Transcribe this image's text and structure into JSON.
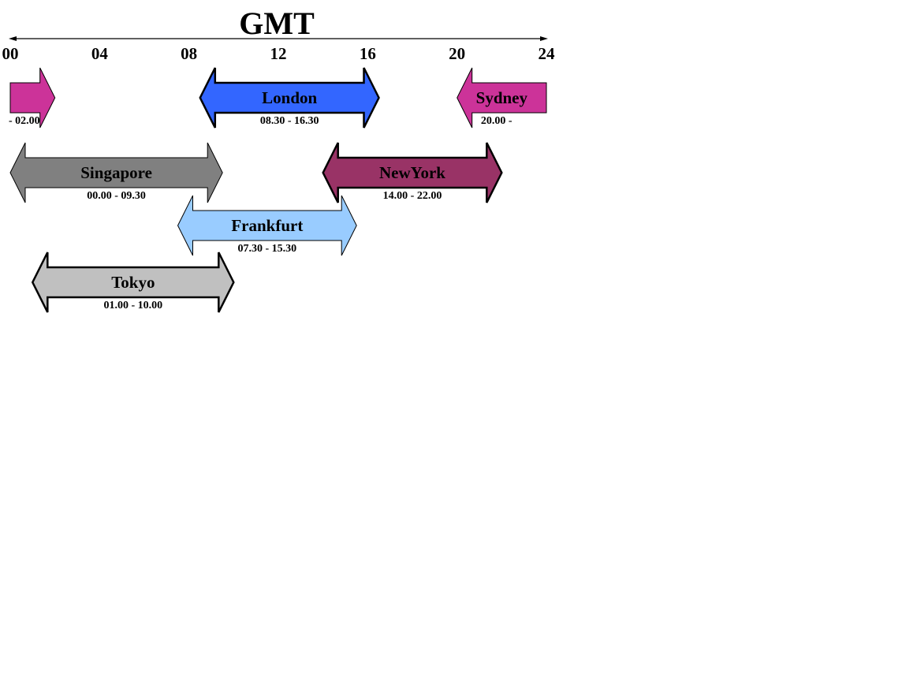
{
  "title": "GMT",
  "axis": {
    "min_hour": 0,
    "max_hour": 24,
    "tick_labels": [
      "00",
      "04",
      "08",
      "12",
      "16",
      "20",
      "24"
    ],
    "tick_hours": [
      0,
      4,
      8,
      12,
      16,
      20,
      24
    ]
  },
  "sessions": [
    {
      "id": "sydney-wrap",
      "name": "",
      "hours": "- 02.00",
      "start": 0,
      "end": 2,
      "row": 0,
      "fill": "#cc3399",
      "stroke": "#000000",
      "thick": false,
      "left_head": false,
      "right_head": true
    },
    {
      "id": "london",
      "name": "London",
      "hours": "08.30 - 16.30",
      "start": 8.5,
      "end": 16.5,
      "row": 0,
      "fill": "#3366ff",
      "stroke": "#000000",
      "thick": true,
      "left_head": true,
      "right_head": true
    },
    {
      "id": "sydney",
      "name": "Sydney",
      "hours": "20.00 -",
      "start": 20,
      "end": 24,
      "row": 0,
      "fill": "#cc3399",
      "stroke": "#000000",
      "thick": false,
      "left_head": true,
      "right_head": false
    },
    {
      "id": "singapore",
      "name": "Singapore",
      "hours": "00.00 - 09.30",
      "start": 0,
      "end": 9.5,
      "row": 1,
      "fill": "#808080",
      "stroke": "#000000",
      "thick": false,
      "left_head": true,
      "right_head": true
    },
    {
      "id": "newyork",
      "name": "NewYork",
      "hours": "14.00 - 22.00",
      "start": 14,
      "end": 22,
      "row": 1,
      "fill": "#993366",
      "stroke": "#000000",
      "thick": true,
      "left_head": true,
      "right_head": true
    },
    {
      "id": "frankfurt",
      "name": "Frankfurt",
      "hours": "07.30 - 15.30",
      "start": 7.5,
      "end": 15.5,
      "row": 2,
      "fill": "#99ccff",
      "stroke": "#000000",
      "thick": false,
      "left_head": true,
      "right_head": true
    },
    {
      "id": "tokyo",
      "name": "Tokyo",
      "hours": "01.00 - 10.00",
      "start": 1,
      "end": 10,
      "row": 3,
      "fill": "#c0c0c0",
      "stroke": "#000000",
      "thick": true,
      "left_head": true,
      "right_head": true
    }
  ]
}
